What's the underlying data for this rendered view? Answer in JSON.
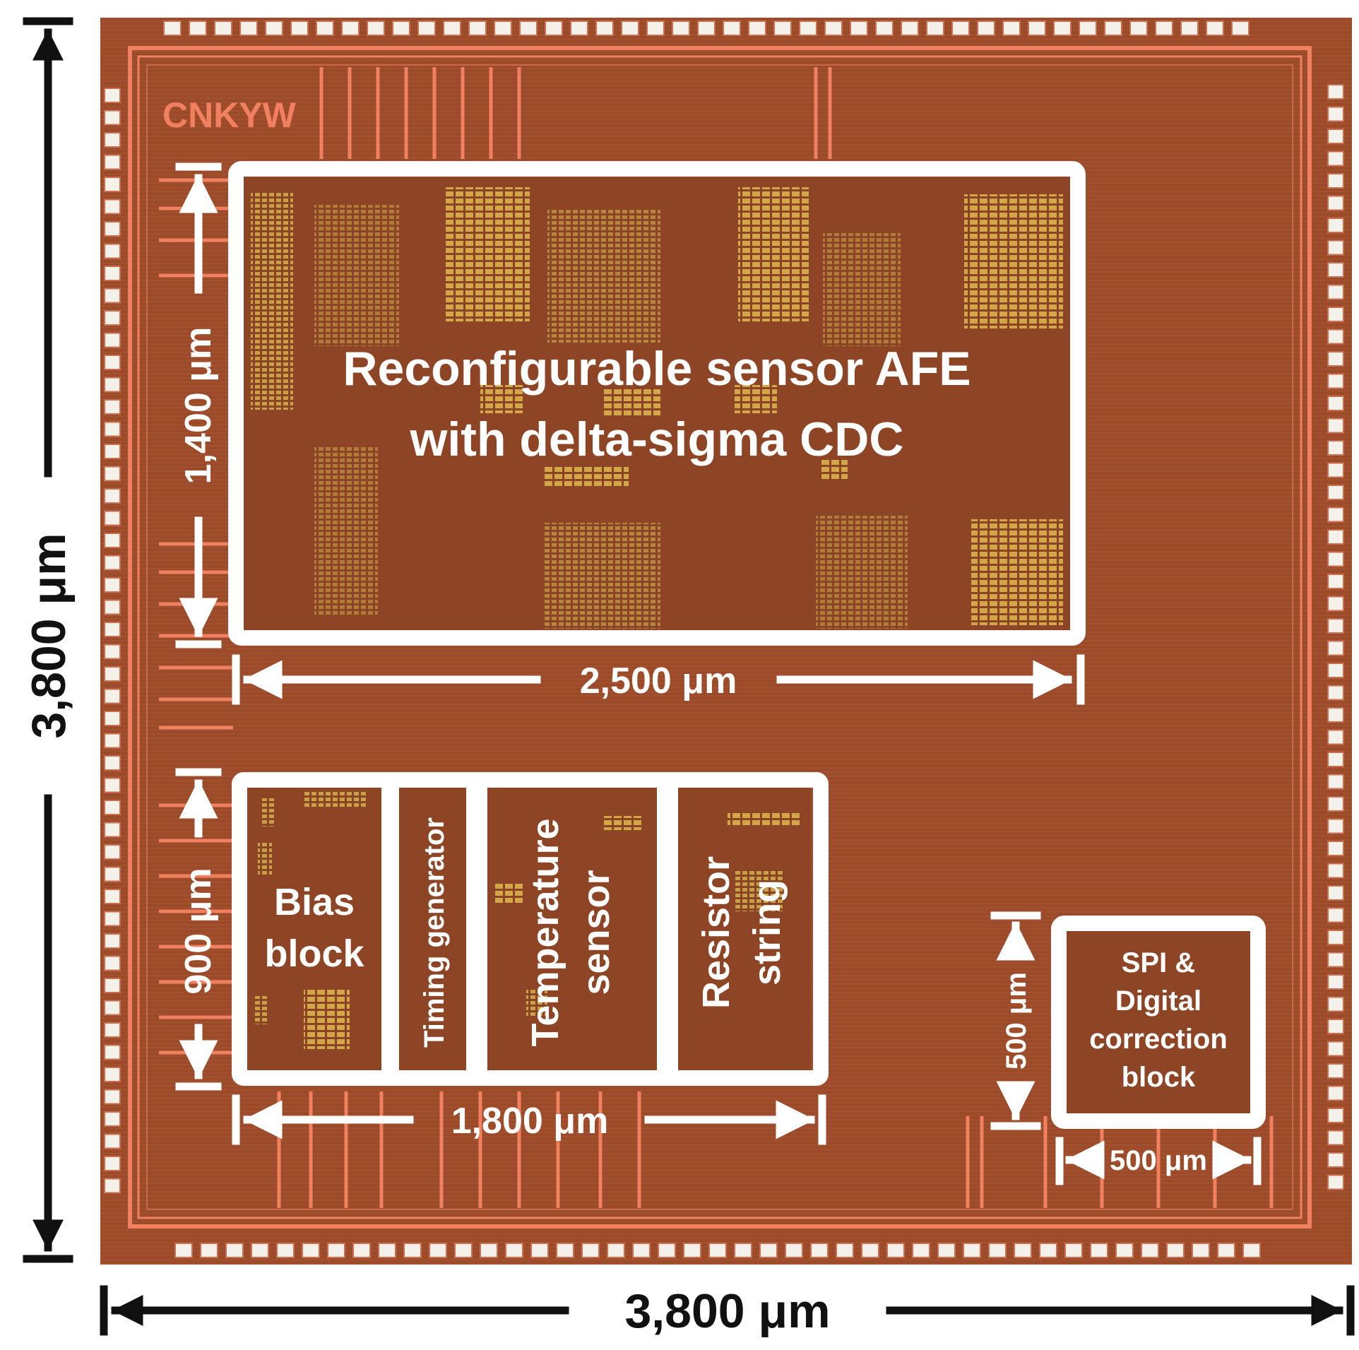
{
  "labels": {
    "die_logo": "CNKYW",
    "afe_line1": "Reconfigurable sensor AFE",
    "afe_line2": "with delta-sigma CDC",
    "afe_height": "1,400 μm",
    "afe_width": "2,500 μm",
    "bias_line1": "Bias",
    "bias_line2": "block",
    "timing": "Timing generator",
    "temp_line1": "Temperature",
    "temp_line2": "sensor",
    "resistor_line1": "Resistor",
    "resistor_line2": "string",
    "analog_height": "900 μm",
    "analog_width": "1,800 μm",
    "spi_line1": "SPI &",
    "spi_line2": "Digital",
    "spi_line3": "correction",
    "spi_line4": "block",
    "spi_height": "500 μm",
    "spi_width": "500 μm",
    "die_height": "3,800 μm",
    "die_width": "3,800 μm"
  },
  "colors": {
    "die": "#9b4a2a",
    "die_dark": "#8a3f22",
    "metal_trace": "#f08060",
    "pad": "#f4f1ea",
    "gold_cells": "#d4a64a",
    "annotation_white": "#ffffff",
    "annotation_black": "#111111"
  }
}
